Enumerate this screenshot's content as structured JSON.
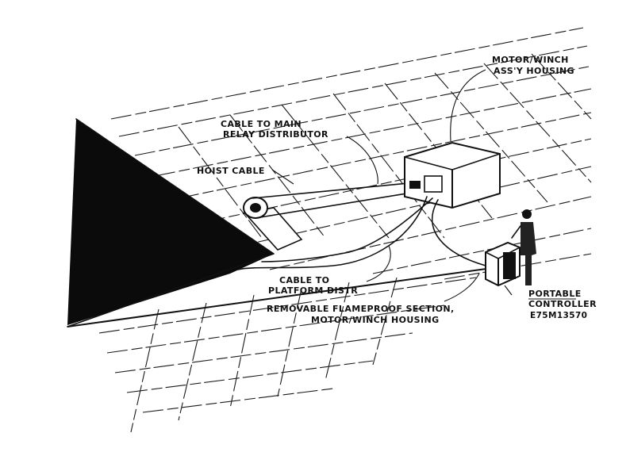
{
  "labels": {
    "motor_housing": [
      "MOTOR/WINCH",
      "ASS'Y HOUSING"
    ],
    "cable_relay": [
      "CABLE TO MAIN",
      "RELAY DISTRIBUTOR"
    ],
    "hoist_cable": "HOIST CABLE",
    "cable_platform": [
      "CABLE TO",
      "PLATFORM DISTR"
    ],
    "flameproof": [
      "REMOVABLE FLAMEPROOF SECTION,",
      "MOTOR/WINCH HOUSING"
    ],
    "controller": [
      "PORTABLE",
      "CONTROLLER"
    ],
    "figure_code": "E75M13570"
  }
}
